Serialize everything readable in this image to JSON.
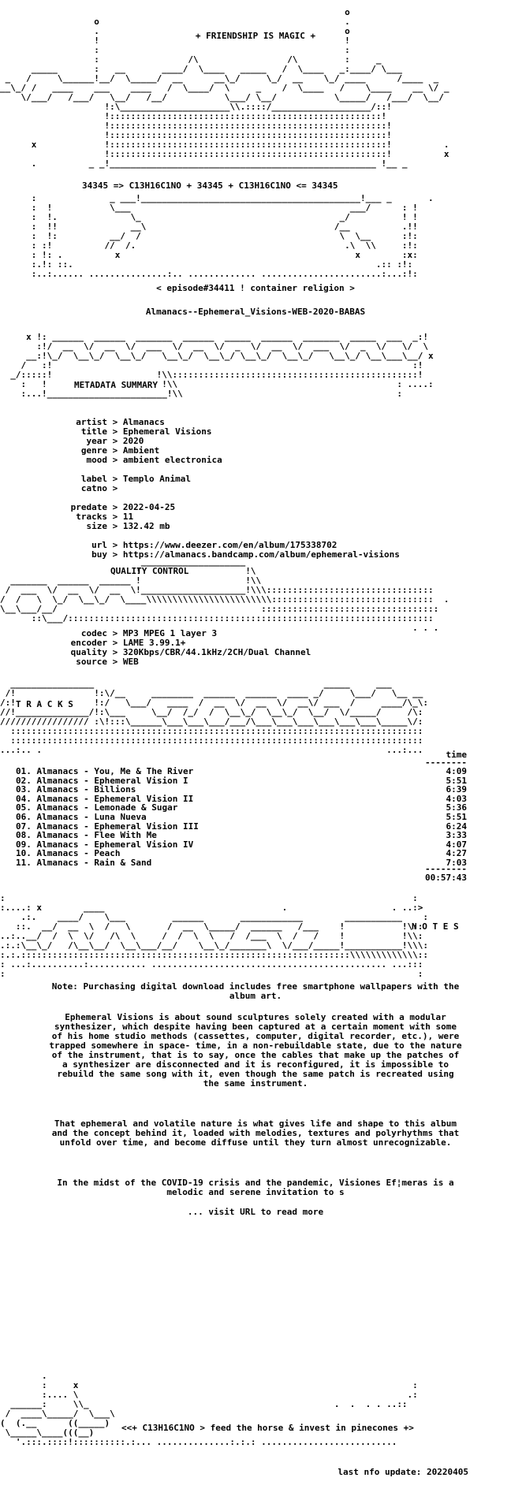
{
  "header": {
    "slogan": "+ FRIENDSHIP IS MAGIC +",
    "formula": "34345 => C13H16C1NO + 34345 + C13H16C1NO <= 34345",
    "episode": "< episode#34411 ! container religion >",
    "release": "Almanacs--Ephemeral_Visions-WEB-2020-BABAS"
  },
  "metadata": {
    "section_title": "METADATA SUMMARY",
    "rows": [
      {
        "key": "artist",
        "value": "Almanacs"
      },
      {
        "key": "title",
        "value": "Ephemeral Visions"
      },
      {
        "key": "year",
        "value": "2020"
      },
      {
        "key": "genre",
        "value": "Ambient"
      },
      {
        "key": "mood",
        "value": "ambient electronica"
      },
      {
        "key": "label",
        "value": "Templo Animal"
      },
      {
        "key": "catno",
        "value": ""
      },
      {
        "key": "predate",
        "value": "2022-04-25"
      },
      {
        "key": "tracks",
        "value": "11"
      },
      {
        "key": "size",
        "value": "132.42 mb"
      },
      {
        "key": "url",
        "value": "https://www.deezer.com/en/album/175338702"
      },
      {
        "key": "buy",
        "value": "https://almanacs.bandcamp.com/album/ephemeral-visions"
      }
    ]
  },
  "quality": {
    "section_title": "QUALITY CONTROL",
    "rows": [
      {
        "key": "codec",
        "value": "MP3 MPEG 1 layer 3"
      },
      {
        "key": "encoder",
        "value": "LAME 3.99.1+"
      },
      {
        "key": "quality",
        "value": "320Kbps/CBR/44.1kHz/2CH/Dual Channel"
      },
      {
        "key": "source",
        "value": "WEB"
      }
    ]
  },
  "tracks": {
    "section_title": "T R A C K S",
    "time_header": "time",
    "items": [
      {
        "num": "01.",
        "artist": "Almanacs",
        "title": "You, Me & The River",
        "time": "4:09"
      },
      {
        "num": "02.",
        "artist": "Almanacs",
        "title": "Ephemeral Vision I",
        "time": "5:51"
      },
      {
        "num": "03.",
        "artist": "Almanacs",
        "title": "Billions",
        "time": "6:39"
      },
      {
        "num": "04.",
        "artist": "Almanacs",
        "title": "Ephemeral Vision II",
        "time": "4:03"
      },
      {
        "num": "05.",
        "artist": "Almanacs",
        "title": "Lemonade & Sugar",
        "time": "5:36"
      },
      {
        "num": "06.",
        "artist": "Almanacs",
        "title": "Luna Nueva",
        "time": "5:51"
      },
      {
        "num": "07.",
        "artist": "Almanacs",
        "title": "Ephemeral Vision III",
        "time": "6:24"
      },
      {
        "num": "08.",
        "artist": "Almanacs",
        "title": "Flee With Me",
        "time": "3:33"
      },
      {
        "num": "09.",
        "artist": "Almanacs",
        "title": "Ephemeral Vision IV",
        "time": "4:07"
      },
      {
        "num": "10.",
        "artist": "Almanacs",
        "title": "Peach",
        "time": "4:27"
      },
      {
        "num": "11.",
        "artist": "Almanacs",
        "title": "Rain & Sand",
        "time": "7:03"
      }
    ],
    "total": "00:57:43"
  },
  "notes": {
    "section_title": "N O T E S",
    "note": "Note: Purchasing digital download includes free smartphone wallpapers with the album art.",
    "para1": "Ephemeral Visions is about sound sculptures solely created with a modular synthesizer, which despite having been captured at a certain moment with some of his home studio methods (cassettes, computer, digital recorder, etc.), were trapped somewhere in space- time, in a non-rebuildable state, due to the nature of the instrument, that is to say, once the cables that make up the patches of a synthesizer are disconnected and it is reconfigured, it is impossible to rebuild the same song with it, even though the same patch is recreated using the same instrument.",
    "para2": "That ephemeral and volatile nature is what gives life and shape to this album and the concept behind it, loaded with melodies, textures and polyrhythms that unfold over time, and become diffuse until they turn almost unrecognizable.",
    "para3": "In the midst of the COVID-19 crisis and the pandemic, Visiones Ef¦meras is a melodic and serene invitation to s",
    "more": "... visit URL to read more"
  },
  "footer": {
    "tagline": "<<+ C13H16C1NO > feed the horse & invest in pinecones +>",
    "update": "last nfo update: 20220405"
  }
}
